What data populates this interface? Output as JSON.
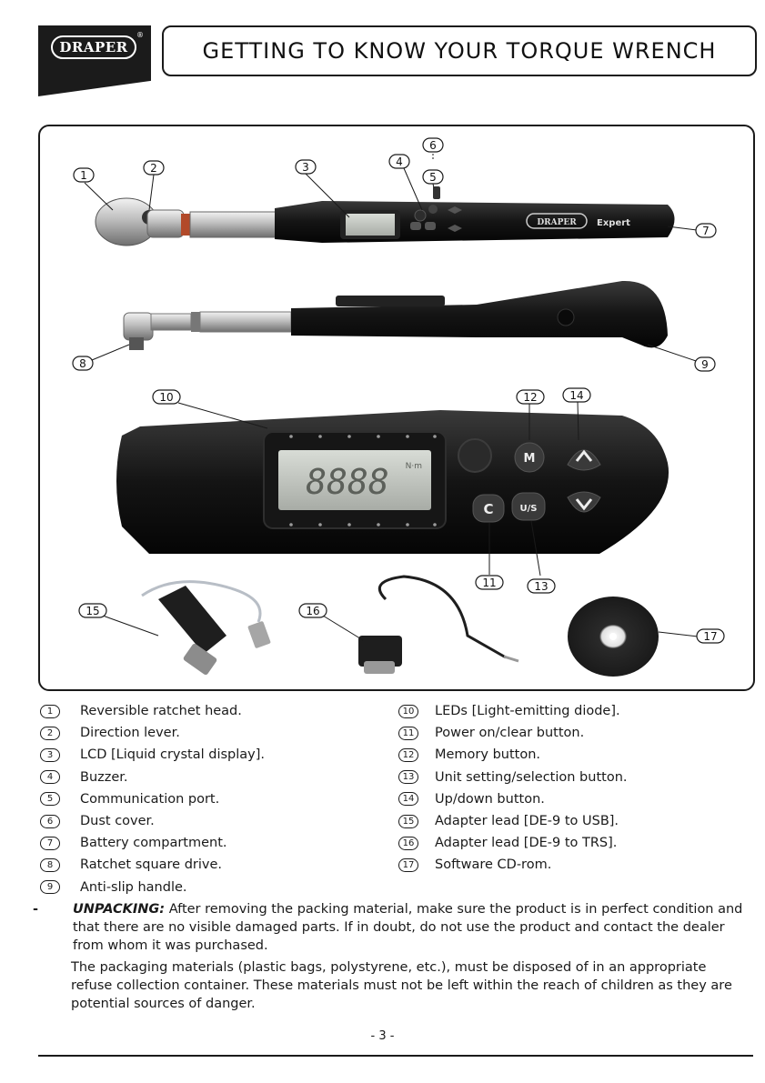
{
  "header": {
    "brand": "DRAPER",
    "brand_mark": "®",
    "title": "GETTING TO KNOW YOUR TORQUE WRENCH"
  },
  "diagram": {
    "callouts": [
      "1",
      "2",
      "3",
      "4",
      "5",
      "6",
      "7",
      "8",
      "9",
      "10",
      "11",
      "12",
      "13",
      "14",
      "15",
      "16",
      "17"
    ],
    "product_label": "DRAPER",
    "product_label_sub": "Expert",
    "display_digits": "8888",
    "display_unit": "N·m",
    "buttons": {
      "memory": "M",
      "clear": "C",
      "unit": "U/S",
      "up": "^",
      "down": "v"
    }
  },
  "legend": {
    "left": [
      {
        "num": "1",
        "text": "Reversible ratchet head."
      },
      {
        "num": "2",
        "text": "Direction lever."
      },
      {
        "num": "3",
        "text": "LCD [Liquid crystal display]."
      },
      {
        "num": "4",
        "text": "Buzzer."
      },
      {
        "num": "5",
        "text": "Communication port."
      },
      {
        "num": "6",
        "text": "Dust cover."
      },
      {
        "num": "7",
        "text": "Battery compartment."
      },
      {
        "num": "8",
        "text": "Ratchet square drive."
      },
      {
        "num": "9",
        "text": "Anti-slip handle."
      }
    ],
    "right": [
      {
        "num": "10",
        "text": "LEDs [Light-emitting diode]."
      },
      {
        "num": "11",
        "text": "Power on/clear button."
      },
      {
        "num": "12",
        "text": "Memory button."
      },
      {
        "num": "13",
        "text": "Unit setting/selection button."
      },
      {
        "num": "14",
        "text": "Up/down button."
      },
      {
        "num": "15",
        "text": "Adapter lead [DE-9 to USB]."
      },
      {
        "num": "16",
        "text": "Adapter lead [DE-9 to TRS]."
      },
      {
        "num": "17",
        "text": "Software CD-rom."
      }
    ]
  },
  "notes": {
    "dash": "-",
    "unpacking_label": "UNPACKING:",
    "unpacking_text": " After removing the packing material, make sure the product is in perfect condition and that there are no visible damaged parts. If in doubt, do not use the product and contact the dealer from whom it was purchased.",
    "packaging_text": "The packaging materials (plastic bags, polystyrene, etc.), must be disposed of in an appropriate refuse collection container. These materials must not be left within the reach of children as they are potential sources of danger."
  },
  "footer": {
    "page_number": "- 3 -"
  }
}
